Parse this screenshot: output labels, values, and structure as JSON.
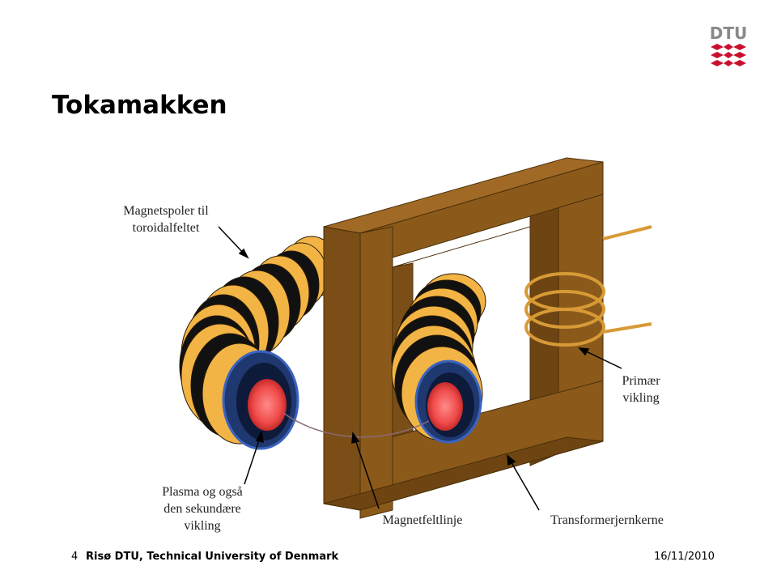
{
  "slide": {
    "title": "Tokamakken",
    "page_number": "4",
    "organization": "Risø DTU, Technical University of Denmark",
    "date": "16/11/2010",
    "logo_text": "DTU"
  },
  "labels": {
    "toroidal_coils": [
      "Magnetspoler til",
      "toroidalfeltet"
    ],
    "primary_winding": [
      "Primær",
      "vikling"
    ],
    "plasma": [
      "Plasma og også",
      "den sekundære",
      "vikling"
    ],
    "field_line": "Magnetfeltlinje",
    "iron_core": "Transformerjernkerne"
  },
  "colors": {
    "iron": "#8b5a1b",
    "iron_dark": "#6e4512",
    "iron_light": "#a06a26",
    "coil": "#f2b445",
    "coil_dark": "#111111",
    "coil_blue": "#223a7a",
    "plasma": "#ef4a4a",
    "logo_red": "#c8102e",
    "logo_gray": "#8a8a8a"
  }
}
